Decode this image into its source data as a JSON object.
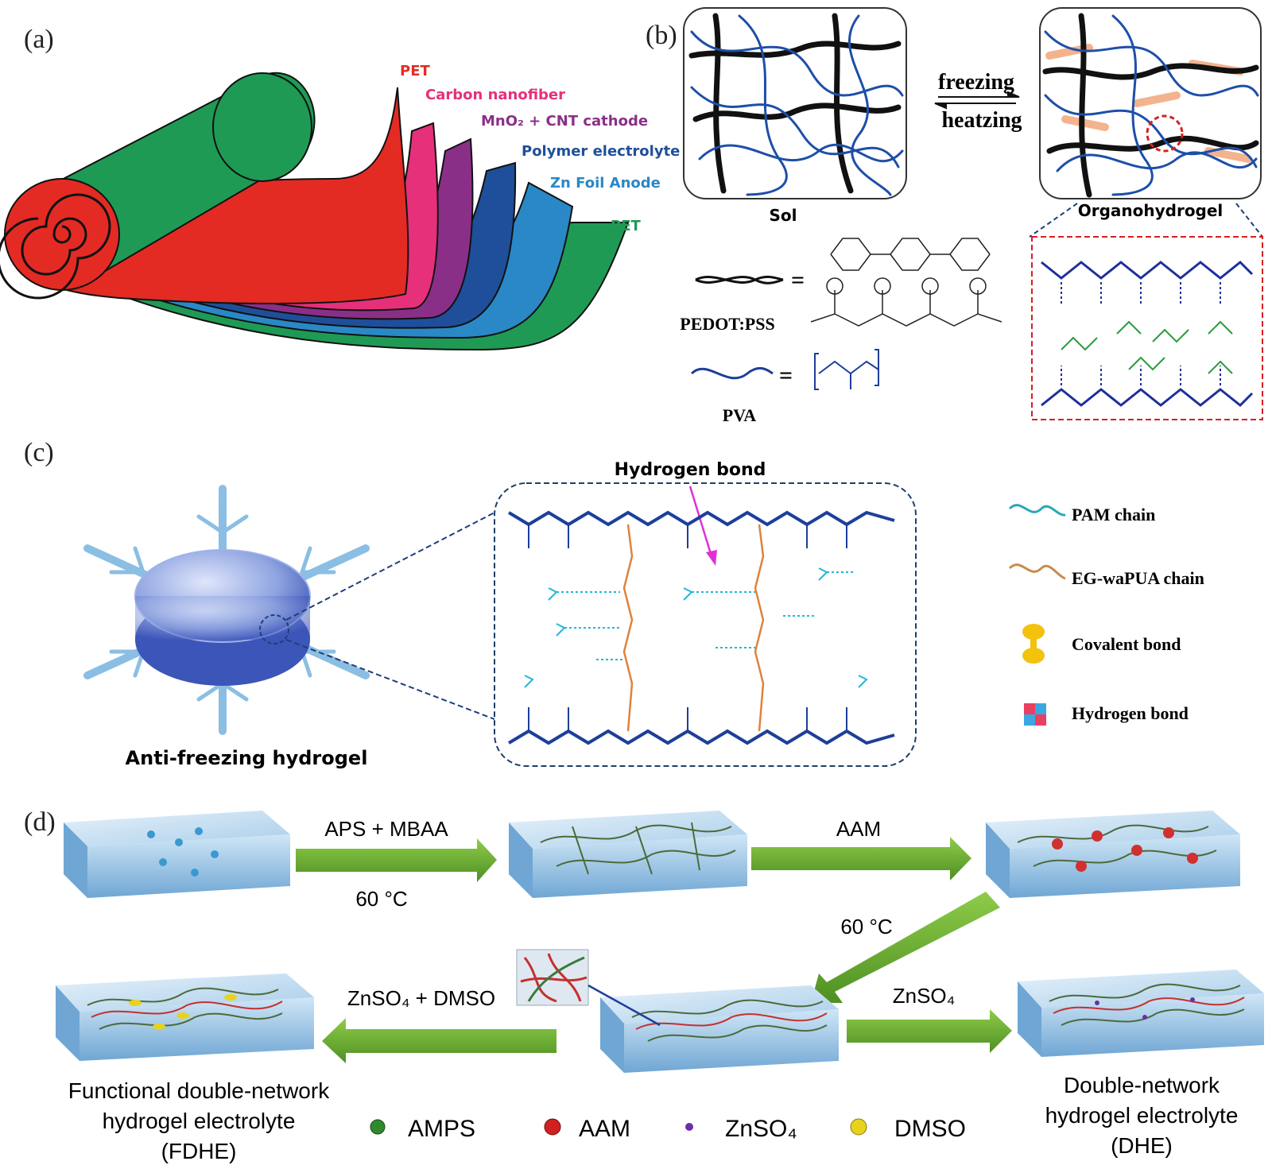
{
  "panels": {
    "a": {
      "label": "(a)",
      "layers": [
        {
          "name": "PET",
          "color": "#e32b24"
        },
        {
          "name": "Carbon nanofiber",
          "color": "#e6307a"
        },
        {
          "name": "MnO₂ + CNT cathode",
          "color": "#8a2f88"
        },
        {
          "name": "Polymer electrolyte",
          "color": "#1f4f9a"
        },
        {
          "name": "Zn Foil Anode",
          "color": "#2a88c6"
        },
        {
          "name": "PET",
          "color": "#1f9a55"
        }
      ]
    },
    "b": {
      "label": "(b)",
      "sol_label": "Sol",
      "organo_label": "Organohydrogel",
      "arrow_top": "freezing",
      "arrow_bottom": "heatzing",
      "pedot_label": "PEDOT:PSS",
      "pva_label": "PVA",
      "equals": "="
    },
    "c": {
      "label": "(c)",
      "hydrogen_bond_title": "Hydrogen bond",
      "hydrogel_label": "Anti-freezing hydrogel",
      "legend": [
        {
          "text": "PAM chain",
          "icon": "wavy-teal-line-icon"
        },
        {
          "text": "EG-waPUA chain",
          "icon": "wavy-orange-line-icon"
        },
        {
          "text": "Covalent bond",
          "icon": "yellow-dumbbell-icon"
        },
        {
          "text": "Hydrogen bond",
          "icon": "cube-icon"
        }
      ]
    },
    "d": {
      "label": "(d)",
      "step1_top": "APS + MBAA",
      "step1_bottom": "60 °C",
      "step2_top": "AAM",
      "step3": "60 °C",
      "step4_left": "ZnSO₄ + DMSO",
      "step4_right": "ZnSO₄",
      "fdhe_line1": "Functional double-network",
      "fdhe_line2": "hydrogel electrolyte",
      "fdhe_line3": "(FDHE)",
      "dhe_line1": "Double-network",
      "dhe_line2": "hydrogel electrolyte",
      "dhe_line3": "(DHE)",
      "legend": [
        {
          "text": "AMPS",
          "color": "#2f8a2f"
        },
        {
          "text": "AAM",
          "color": "#d12020"
        },
        {
          "text": "ZnSO₄",
          "color": "#6a2fa8"
        },
        {
          "text": "DMSO",
          "color": "#e8d21c"
        }
      ]
    }
  }
}
